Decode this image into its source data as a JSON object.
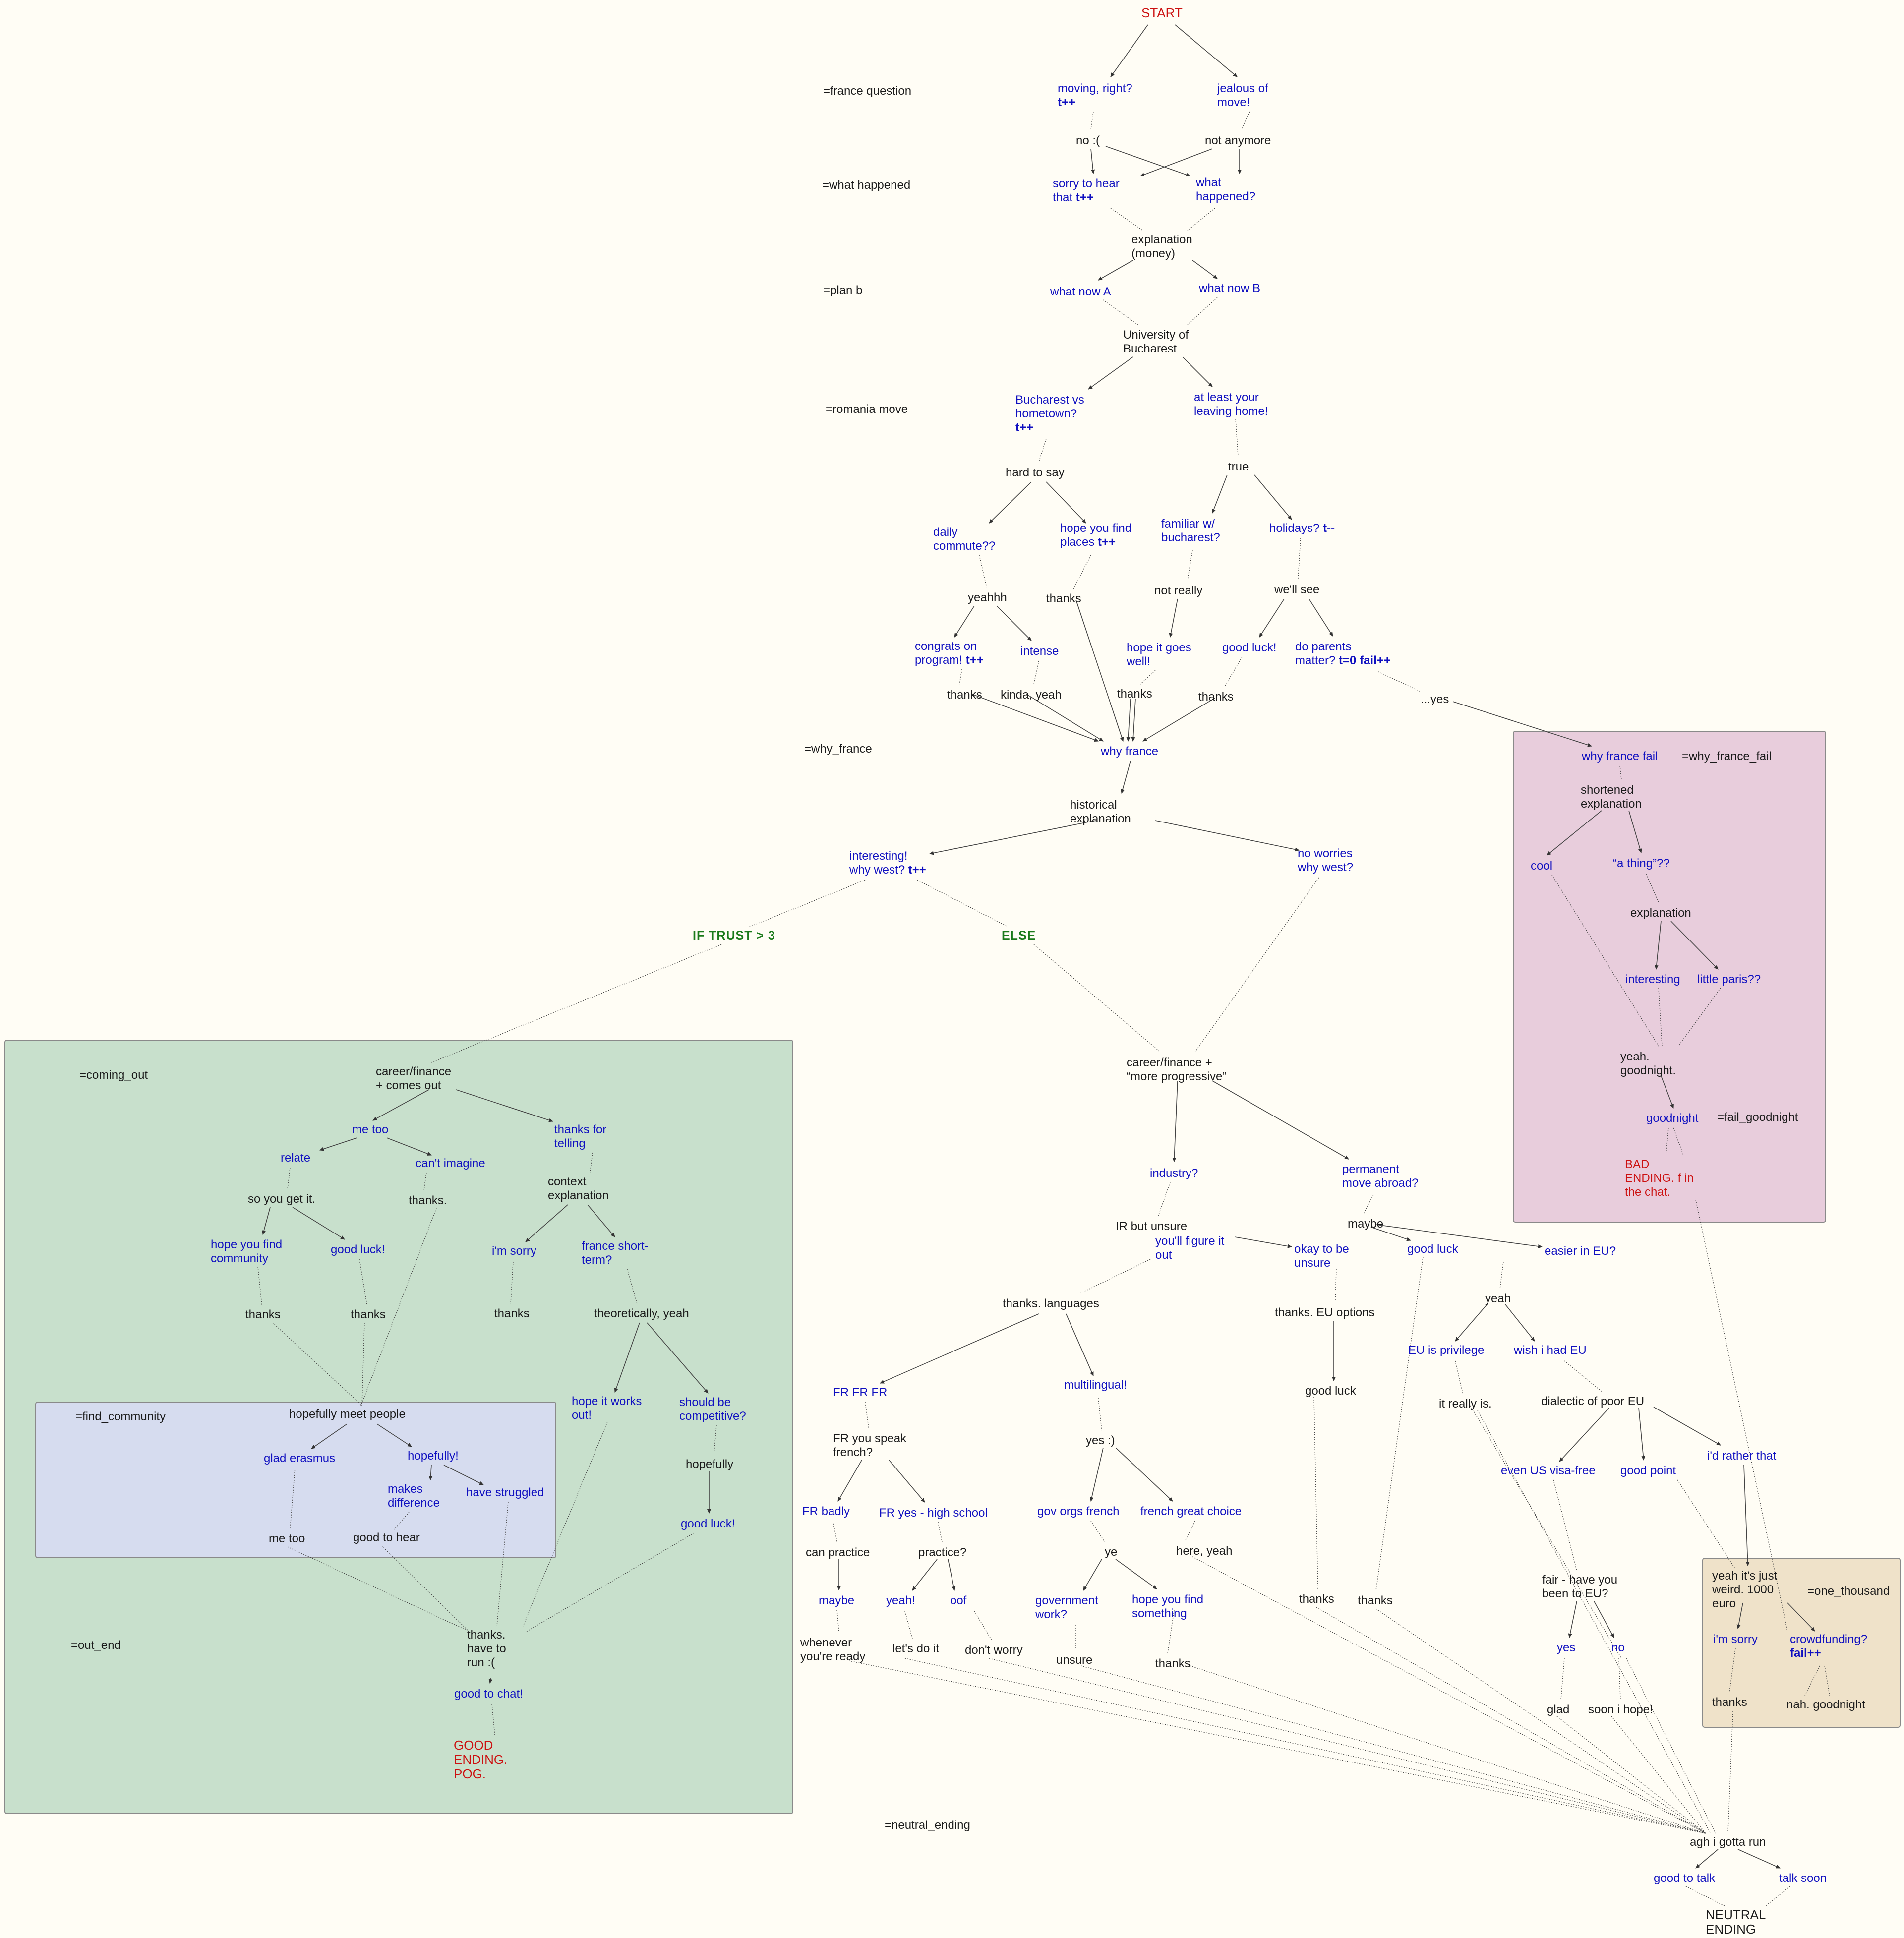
{
  "labels": {
    "france_question": "=france question",
    "what_happened": "=what happened",
    "plan_b": "=plan b",
    "romania_move": "=romania move",
    "why_france": "=why_france",
    "why_france_fail": "=why_france_fail",
    "fail_goodnight": "=fail_goodnight",
    "coming_out": "=coming_out",
    "find_community": "=find_community",
    "out_end": "=out_end",
    "neutral_ending": "=neutral_ending",
    "one_thousand": "=one_thousand"
  },
  "conditions": {
    "trust": "IF TRUST > 3",
    "else": "ELSE"
  },
  "nodes": {
    "start": "START",
    "moving_right": "moving, right?",
    "moving_right_tag": "t++",
    "jealous": "jealous of\nmove!",
    "no_sad": "no :(",
    "not_anymore": "not anymore",
    "sorry_hear": "sorry to hear\nthat",
    "sorry_hear_tag": "t++",
    "what_happened_q": "what\nhappened?",
    "explanation_money": "explanation\n(money)",
    "what_now_a": "what now A",
    "what_now_b": "what now B",
    "univ_bucharest": "University of\nBucharest",
    "buch_vs_home": "Bucharest vs\nhometown?",
    "buch_vs_home_tag": "t++",
    "least_leaving": "at least your\nleaving home!",
    "hard_to_say": "hard to say",
    "true": "true",
    "daily_commute": "daily\ncommute??",
    "hope_find_places": "hope you find\nplaces",
    "hope_find_places_tag": "t++",
    "familiar_buch": "familiar w/\nbucharest?",
    "holidays": "holidays?",
    "holidays_tag": "t--",
    "yeahhh": "yeahhh",
    "thanks_a": "thanks",
    "not_really": "not really",
    "well_see": "we'll see",
    "congrats": "congrats on\nprogram!",
    "congrats_tag": "t++",
    "intense": "intense",
    "hope_goes_well": "hope it goes\nwell!",
    "good_luck_a": "good luck!",
    "parents_matter": "do parents\nmatter?",
    "parents_matter_tag": "t=0 fail++",
    "thanks_b": "thanks",
    "kinda_yeah": "kinda, yeah",
    "thanks_c": "thanks",
    "thanks_d": "thanks",
    "yes_dots": "...yes",
    "why_france_n": "why france",
    "historical": "historical\nexplanation",
    "interesting_west": "interesting!\nwhy west?",
    "interesting_west_tag": "t++",
    "no_worries_west": "no worries\nwhy west?",
    "career_progressive": "career/finance +\n“more progressive”",
    "industry": "industry?",
    "permanent": "permanent\nmove abroad?",
    "ir_unsure": "IR but unsure",
    "figure_out": "you'll figure it\nout",
    "maybe_a": "maybe",
    "okay_unsure": "okay to be\nunsure",
    "good_luck_b": "good luck",
    "easier_eu": "easier in EU?",
    "thanks_languages": "thanks. languages",
    "thanks_eu": "thanks. EU options",
    "yeah_a": "yeah",
    "fr_fr_fr": "FR FR FR",
    "multilingual": "multilingual!",
    "good_luck_c": "good luck",
    "eu_privilege": "EU is privilege",
    "wish_eu": "wish i had EU",
    "it_really_is": "it really is.",
    "dialectic": "dialectic of poor EU",
    "fr_speak": "FR you speak\nfrench?",
    "yes_smile": "yes :)",
    "even_us": "even US visa-free",
    "good_point": "good point",
    "rather_that": "i'd rather that",
    "fr_badly": "FR badly",
    "fr_yes_hs": "FR yes - high school",
    "gov_orgs": "gov orgs french",
    "french_great": "french great choice",
    "can_practice": "can practice",
    "practice_q": "practice?",
    "ye": "ye",
    "here_yeah": "here, yeah",
    "fair_eu": "fair - have you\nbeen to EU?",
    "maybe_b": "maybe",
    "yeah_excl": "yeah!",
    "oof": "oof",
    "gov_work": "government\nwork?",
    "hope_something": "hope you find\nsomething",
    "thanks_e": "thanks",
    "thanks_f": "thanks",
    "yes_b": "yes",
    "no_b": "no",
    "whenever_ready": "whenever\nyou're ready",
    "lets_do_it": "let's do it",
    "dont_worry": "don't worry",
    "unsure": "unsure",
    "thanks_g": "thanks",
    "glad": "glad",
    "soon_hope": "soon i hope!",
    "agh_run": "agh i gotta run",
    "good_talk": "good to talk",
    "talk_soon": "talk soon",
    "neutral_end": "NEUTRAL\nENDING",
    "wf_fail": "why france fail",
    "shortened": "shortened\nexplanation",
    "cool": "cool",
    "a_thing": "“a thing”??",
    "explanation_p": "explanation",
    "interesting_p": "interesting",
    "little_paris": "little paris??",
    "yeah_goodnight": "yeah.\ngoodnight.",
    "goodnight": "goodnight",
    "bad_ending": "BAD\nENDING. f in\nthe chat.",
    "career_comes_out": "career/finance\n+ comes out",
    "me_too_g": "me too",
    "thanks_telling": "thanks for\ntelling",
    "relate": "relate",
    "cant_imagine": "can't imagine",
    "so_get_it": "so you get it.",
    "thanks_dot": "thanks.",
    "context_expl": "context\nexplanation",
    "hope_community": "hope you find\ncommunity",
    "good_luck_g": "good luck!",
    "im_sorry_g": "i'm sorry",
    "france_short": "france short-\nterm?",
    "thanks_g1": "thanks",
    "thanks_g2": "thanks",
    "thanks_g3": "thanks",
    "theoretically": "theoretically, yeah",
    "hope_works": "hope it works\nout!",
    "competitive": "should be\ncompetitive?",
    "hopefully_g": "hopefully",
    "good_luck_g2": "good luck!",
    "hopefully_meet": "hopefully meet people",
    "glad_erasmus": "glad erasmus",
    "hopefully_excl": "hopefully!",
    "makes_diff": "makes\ndifference",
    "have_struggled": "have struggled",
    "me_too_b": "me too",
    "good_hear": "good to hear",
    "thanks_run": "thanks.\nhave to\nrun :(",
    "good_chat": "good to chat!",
    "good_ending": "GOOD\nENDING.\nPOG.",
    "just_weird": "yeah it's just\nweird. 1000\neuro",
    "im_sorry_t": "i'm sorry",
    "crowdfunding": "crowdfunding?",
    "crowdfunding_tag": "fail++",
    "thanks_t": "thanks",
    "nah_goodnight": "nah. goodnight"
  }
}
